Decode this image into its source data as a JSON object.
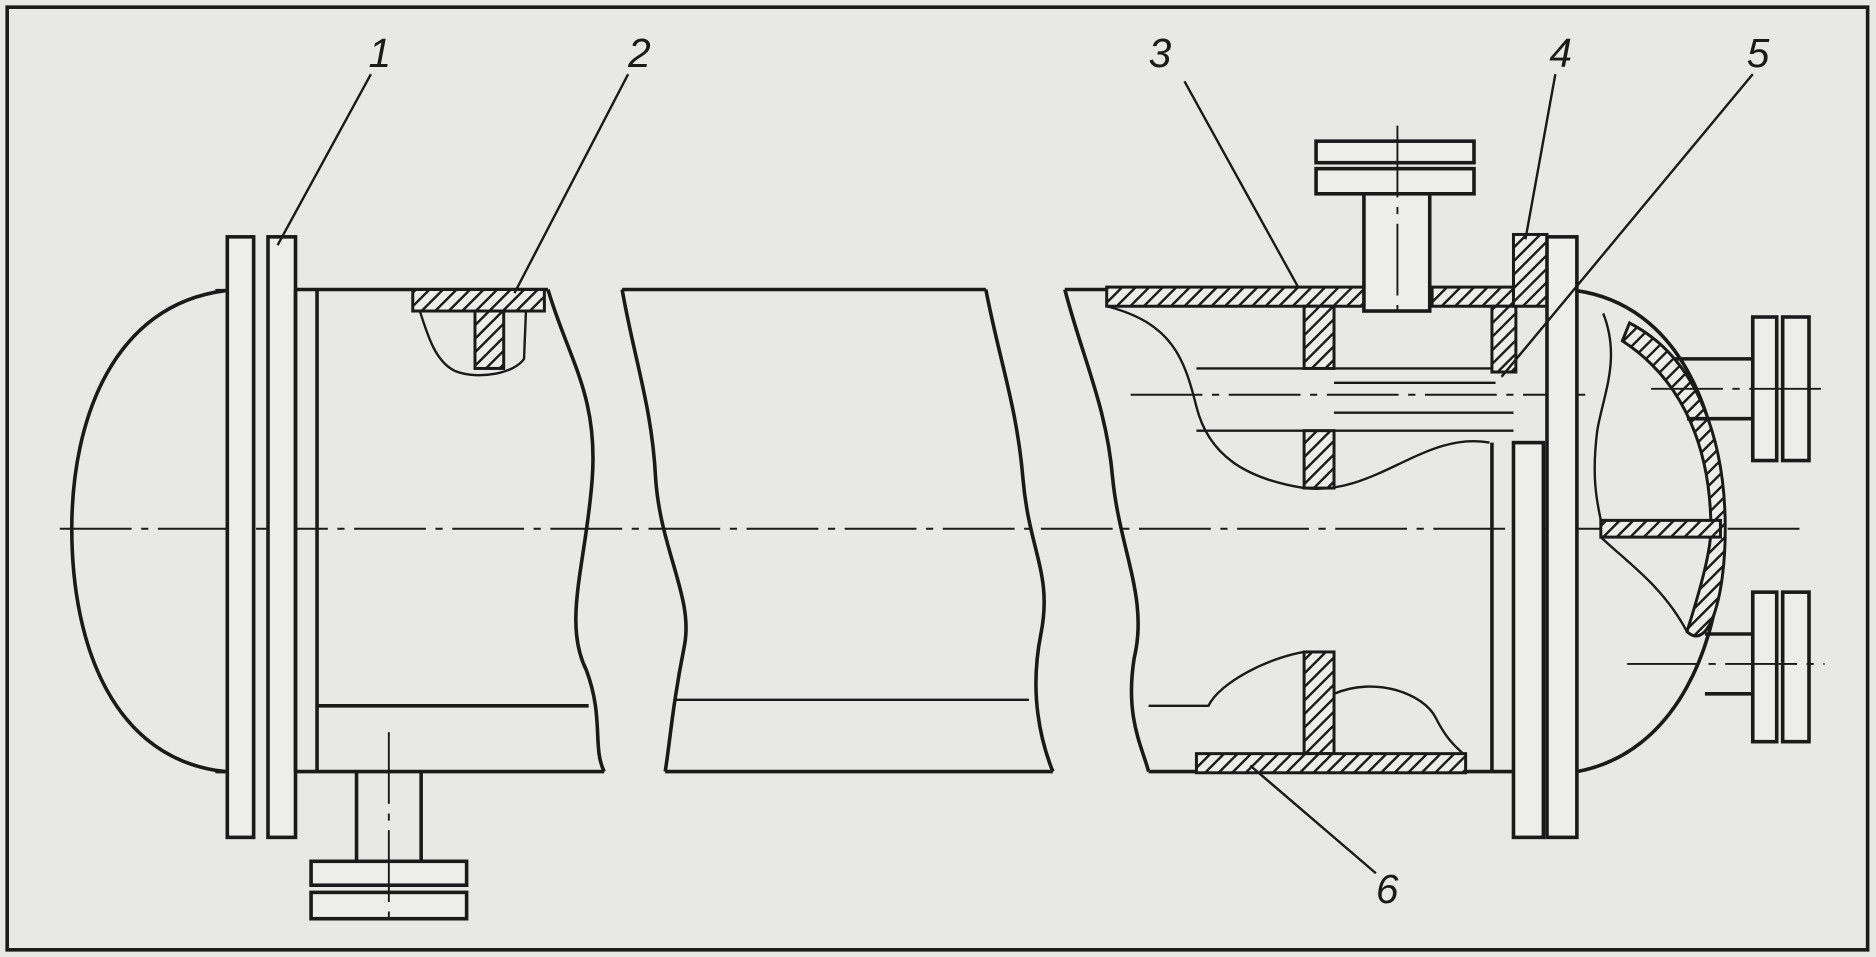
{
  "diagram": {
    "callouts": [
      {
        "id": "1",
        "label": "1"
      },
      {
        "id": "2",
        "label": "2"
      },
      {
        "id": "3",
        "label": "3"
      },
      {
        "id": "4",
        "label": "4"
      },
      {
        "id": "5",
        "label": "5"
      },
      {
        "id": "6",
        "label": "6"
      }
    ],
    "colors": {
      "line": "#1a1a1a",
      "background": "#e8e8e6"
    }
  }
}
